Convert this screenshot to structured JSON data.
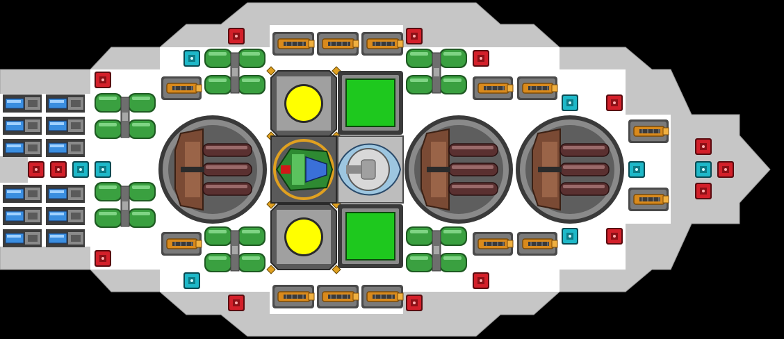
{
  "ship": {
    "hull_outer_color": "#c6c6c6",
    "hull_inner_color": "#ffffff",
    "background_color": "#000000"
  },
  "palette": {
    "red_module": "#d3202a",
    "cyan_module": "#1eb8c8",
    "green_tank": "#3aa040",
    "orange_turret": "#d98a1c",
    "brown_cannon": "#7a4a34",
    "yellow_reactor": "#ffff00",
    "green_panel": "#1ec81e",
    "blue_thruster": "#3a8ee0"
  },
  "modules": {
    "reactors": [
      "reactor-top",
      "reactor-bottom"
    ],
    "panels": [
      "green-panel-top",
      "green-panel-bottom"
    ],
    "cockpit": "core-cockpit",
    "shield": "shield-dome"
  }
}
